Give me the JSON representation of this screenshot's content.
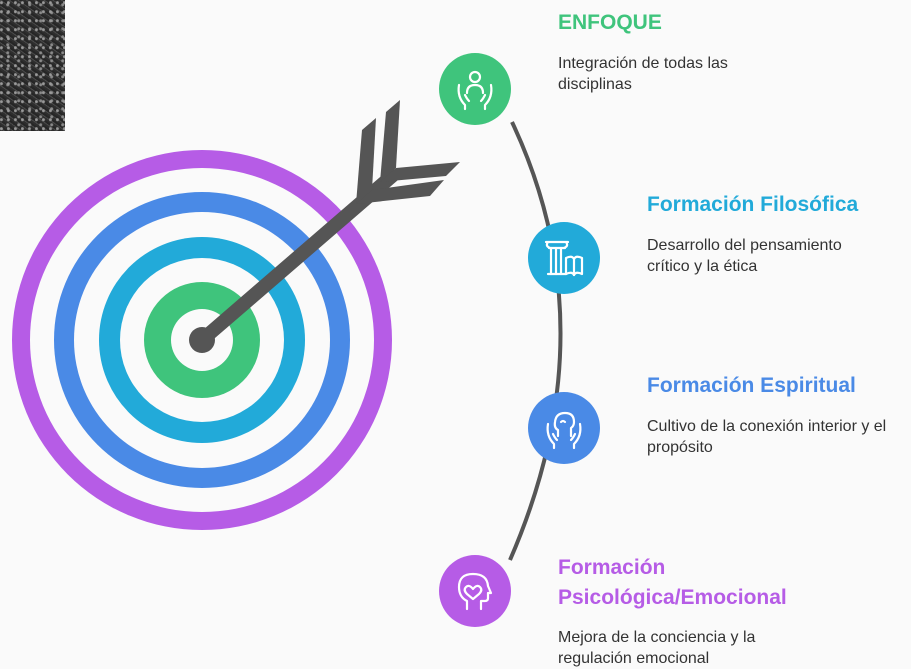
{
  "colors": {
    "ring_purple": "#b65ce6",
    "ring_blue": "#4a8ae6",
    "ring_cyan": "#22aad9",
    "ring_green": "#3fc47c",
    "arrow": "#555555",
    "connector": "#555555"
  },
  "items": [
    {
      "title": "ENFOQUE",
      "description": "Integración de todas las disciplinas",
      "color": "#3fc47c",
      "icon": "person-in-hands-icon"
    },
    {
      "title": "Formación Filosófica",
      "description": "Desarrollo del pensamiento crítico y la ética",
      "color": "#22aad9",
      "icon": "column-book-icon"
    },
    {
      "title": "Formación Espiritual",
      "description": "Cultivo de la conexión interior y el propósito",
      "color": "#4a8ae6",
      "icon": "head-in-hands-icon"
    },
    {
      "title": "Formación Psicológica/Emocional",
      "description": "Mejora de la conciencia y la regulación emocional",
      "color": "#b65ce6",
      "icon": "head-heart-icon"
    }
  ]
}
